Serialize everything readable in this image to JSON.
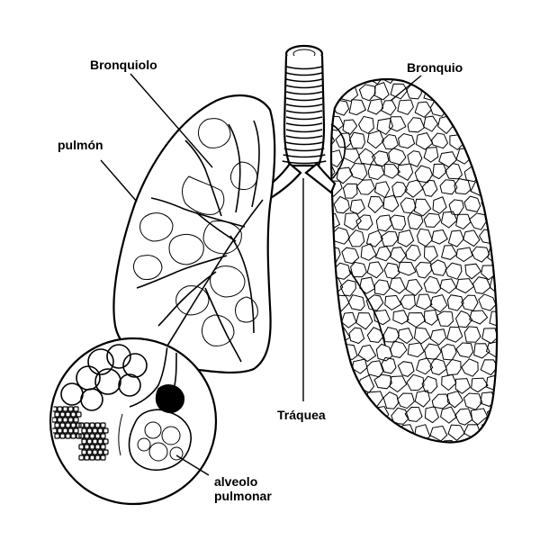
{
  "labels": {
    "bronquiolo": "Bronquiolo",
    "bronquio": "Bronquio",
    "pulmon": "pulmón",
    "traquea": "Tráquea",
    "alveolo_line1": "alveolo",
    "alveolo_line2": "pulmonar"
  },
  "colors": {
    "ink": "#000000",
    "background": "#ffffff"
  }
}
